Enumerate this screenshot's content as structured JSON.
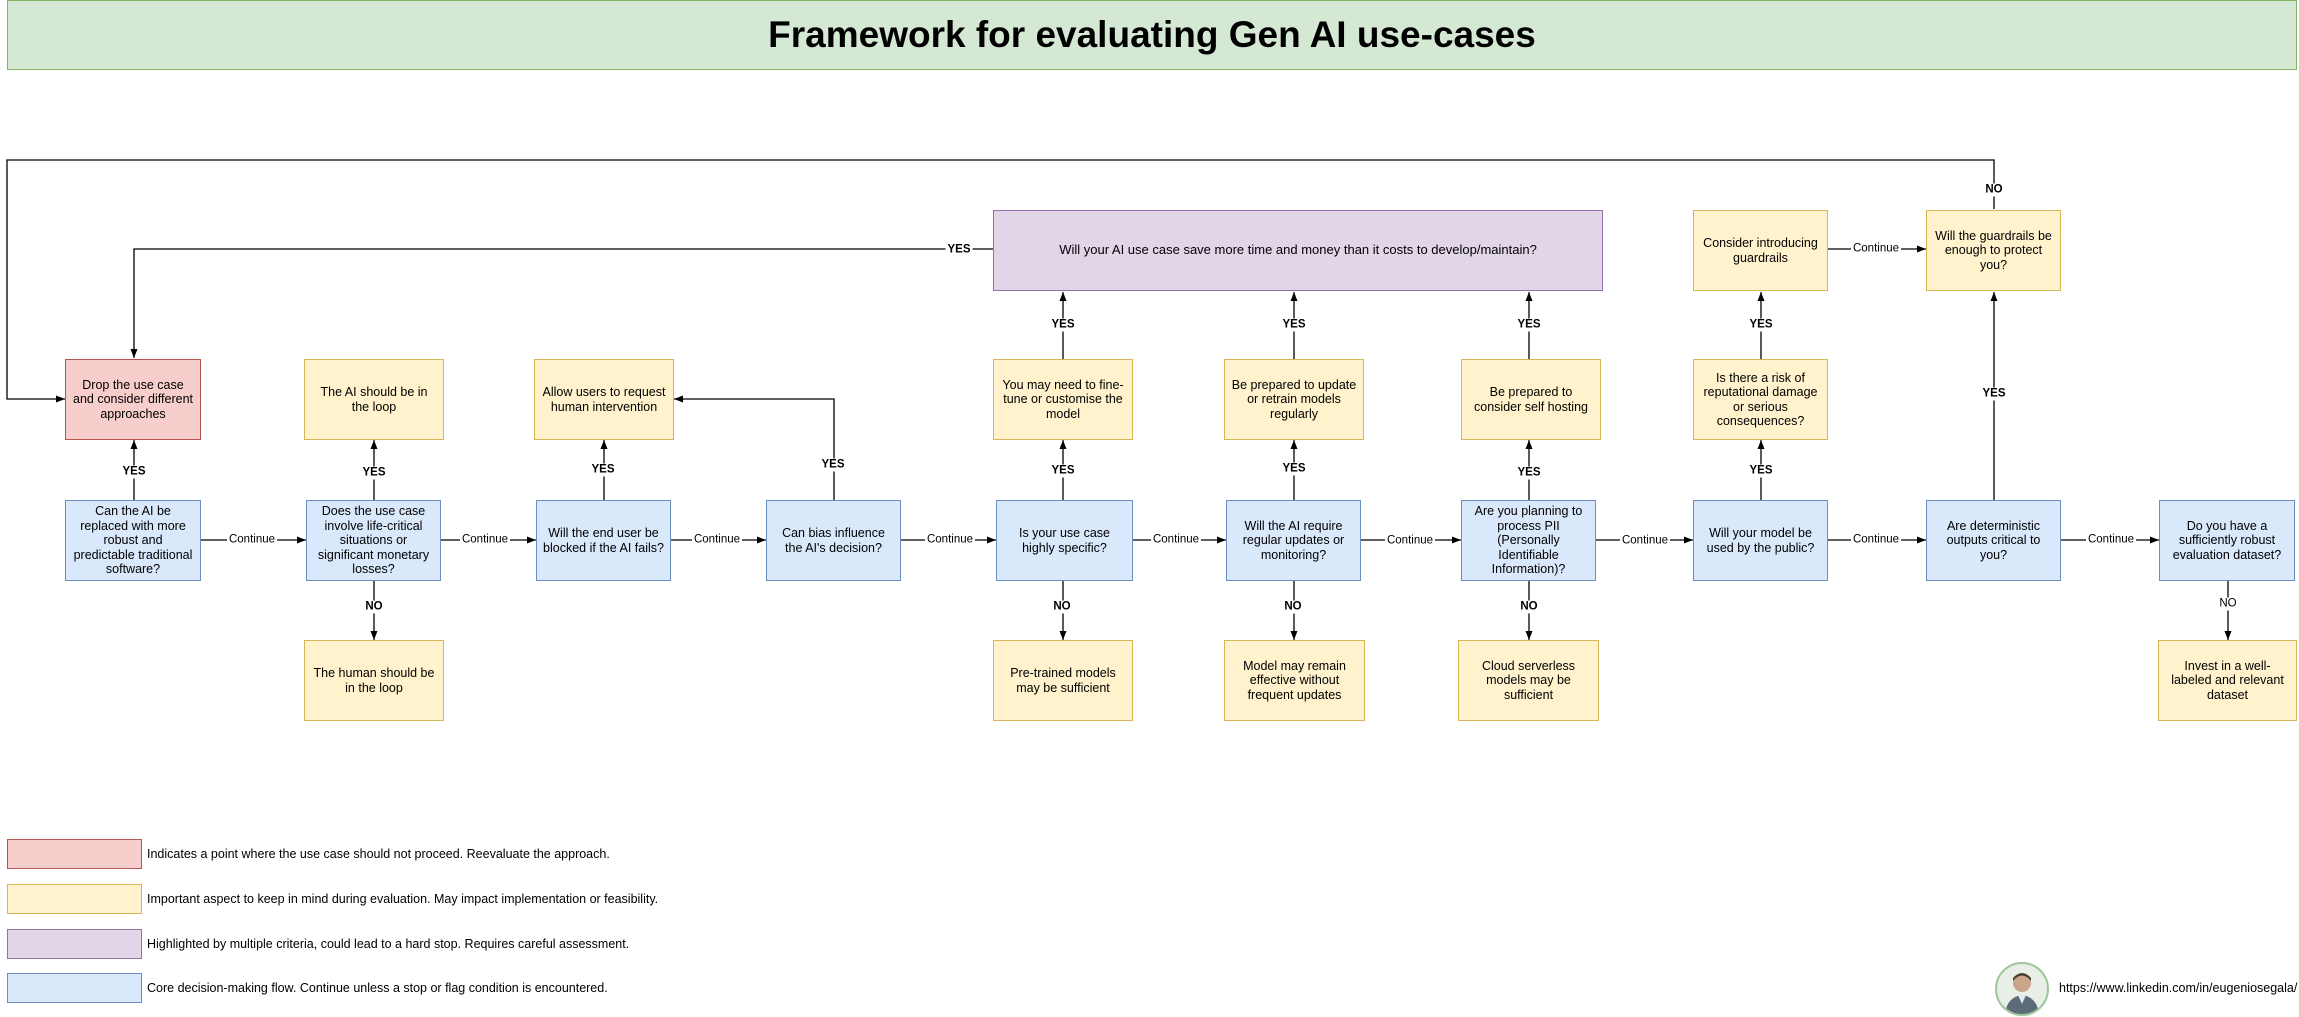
{
  "title": "Framework for evaluating Gen AI use-cases",
  "boxes": {
    "q_replace": "Can the AI be replaced with more robust and predictable traditional software?",
    "drop": "Drop the use case and consider different approaches",
    "q_life": "Does the use case involve life-critical situations or significant monetary losses?",
    "ai_loop": "The AI should be in the loop",
    "human_loop": "The human should be in the loop",
    "q_blocked": "Will the end user be blocked if the AI fails?",
    "allow_users": "Allow users to request human intervention",
    "q_bias": "Can bias influence the AI's decision?",
    "q_specific": "Is your use case highly specific?",
    "finetune": "You may need to fine-tune or customise the model",
    "pretrained": "Pre-trained models may be sufficient",
    "save_time": "Will your AI use case save more time and money than it costs to develop/maintain?",
    "q_updates": "Will the AI require regular updates or monitoring?",
    "retrain": "Be prepared to update or retrain models regularly",
    "no_updates": "Model may remain effective without frequent updates",
    "q_pii": "Are you planning to process PII (Personally Identifiable Information)?",
    "self_host": "Be prepared to consider self hosting",
    "serverless": "Cloud serverless models may be sufficient",
    "q_public": "Will your model be used by the public?",
    "risk": "Is there a risk of reputational damage or serious consequences?",
    "guardrails": "Consider introducing guardrails",
    "q_guardrails": "Will the guardrails be enough to protect you?",
    "q_deterministic": "Are deterministic outputs critical to you?",
    "q_dataset": "Do you have a sufficiently robust evaluation dataset?",
    "invest": "Invest in a well-labeled and relevant dataset"
  },
  "edge_labels": {
    "yes": "YES",
    "no": "NO",
    "no_plain": "NO",
    "cont": "Continue"
  },
  "legend": [
    {
      "color": "#f8cecc",
      "border": "#b85450",
      "text": "Indicates a point where the use case should not proceed. Reevaluate the approach."
    },
    {
      "color": "#fff2cc",
      "border": "#d6b656",
      "text": "Important aspect to keep in mind during evaluation. May impact implementation or feasibility."
    },
    {
      "color": "#e1d5e7",
      "border": "#9673a6",
      "text": "Highlighted by multiple criteria, could lead to a hard stop. Requires careful assessment."
    },
    {
      "color": "#dae8fc",
      "border": "#6c8ebf",
      "text": "Core decision-making flow. Continue unless a stop or flag condition is encountered."
    }
  ],
  "footer": {
    "url": "https://www.linkedin.com/in/eugeniosegala/"
  },
  "colors": {
    "title_bg": "#d5e8d4",
    "core": "#dae8fc",
    "warning": "#fff2cc",
    "stop": "#f8cecc",
    "highlight": "#e1d5e7"
  }
}
